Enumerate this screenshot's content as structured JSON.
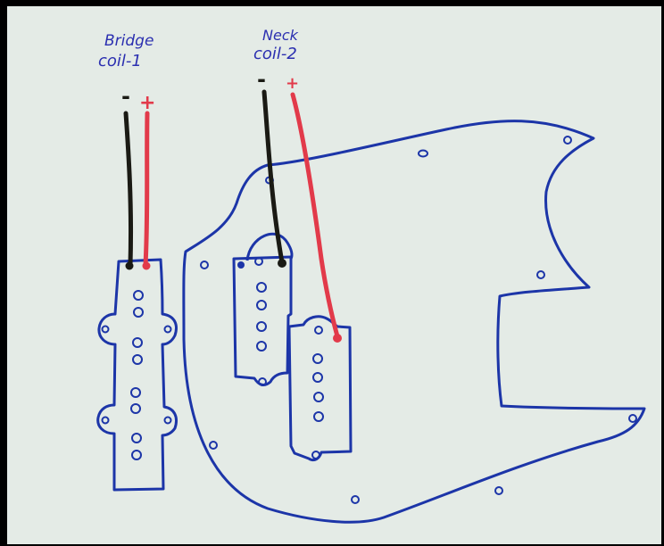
{
  "labels": {
    "bridge_line1": "Bridge",
    "bridge_line2": "coil-1",
    "neck_line1": "Neck",
    "neck_line2": "coil-2"
  },
  "polarity": {
    "negative": "-",
    "positive": "+"
  },
  "colors": {
    "paper": "#e4ebe6",
    "ink_blue": "#1c35a8",
    "label_blue": "#2b2fb0",
    "wire_red": "#e23a4a",
    "wire_black": "#1a1a14"
  }
}
